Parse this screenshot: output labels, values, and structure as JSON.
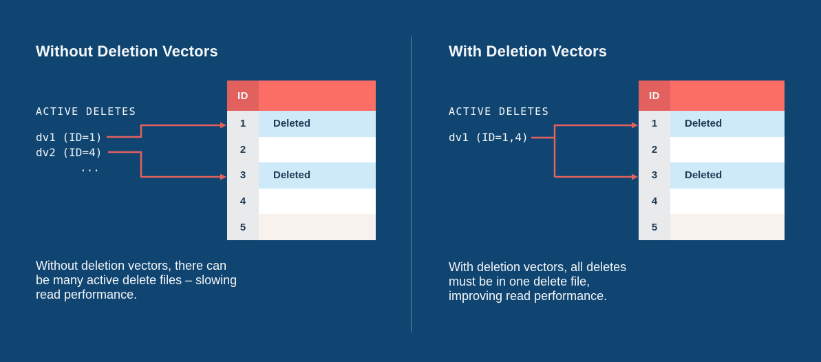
{
  "colors": {
    "background": "#104571",
    "panel_divider": "rgba(255,255,255,0.35)",
    "table_header_coral": "#FB6E66",
    "table_header_id_coral": "#E2615E",
    "arrow_coral": "#E4615E",
    "deleted_row_blue": "#CEEAF9",
    "id_column_gray": "#E9EAEB",
    "last_row_offwhite": "#F8F2EE",
    "table_text_navy": "#1D3951",
    "light_text": "#F3F6F9"
  },
  "panels": [
    {
      "title": "Without Deletion Vectors",
      "active_deletes_label": "ACTIVE DELETES",
      "delete_vectors": [
        "dv1 (ID=1)",
        "dv2 (ID=4)",
        "..."
      ],
      "table": {
        "header": "ID",
        "rows": [
          {
            "id": "1",
            "value": "Deleted"
          },
          {
            "id": "2",
            "value": ""
          },
          {
            "id": "3",
            "value": "Deleted"
          },
          {
            "id": "4",
            "value": ""
          },
          {
            "id": "5",
            "value": ""
          }
        ]
      },
      "caption_lines": [
        "Without deletion vectors, there can",
        "be many active delete files – slowing",
        "read performance."
      ]
    },
    {
      "title": "With Deletion Vectors",
      "active_deletes_label": "ACTIVE DELETES",
      "delete_vectors": [
        "dv1 (ID=1,4)"
      ],
      "table": {
        "header": "ID",
        "rows": [
          {
            "id": "1",
            "value": "Deleted"
          },
          {
            "id": "2",
            "value": ""
          },
          {
            "id": "3",
            "value": "Deleted"
          },
          {
            "id": "4",
            "value": ""
          },
          {
            "id": "5",
            "value": ""
          }
        ]
      },
      "caption_lines": [
        "With deletion vectors, all deletes",
        "must be in one delete file,",
        "improving read performance."
      ]
    }
  ]
}
